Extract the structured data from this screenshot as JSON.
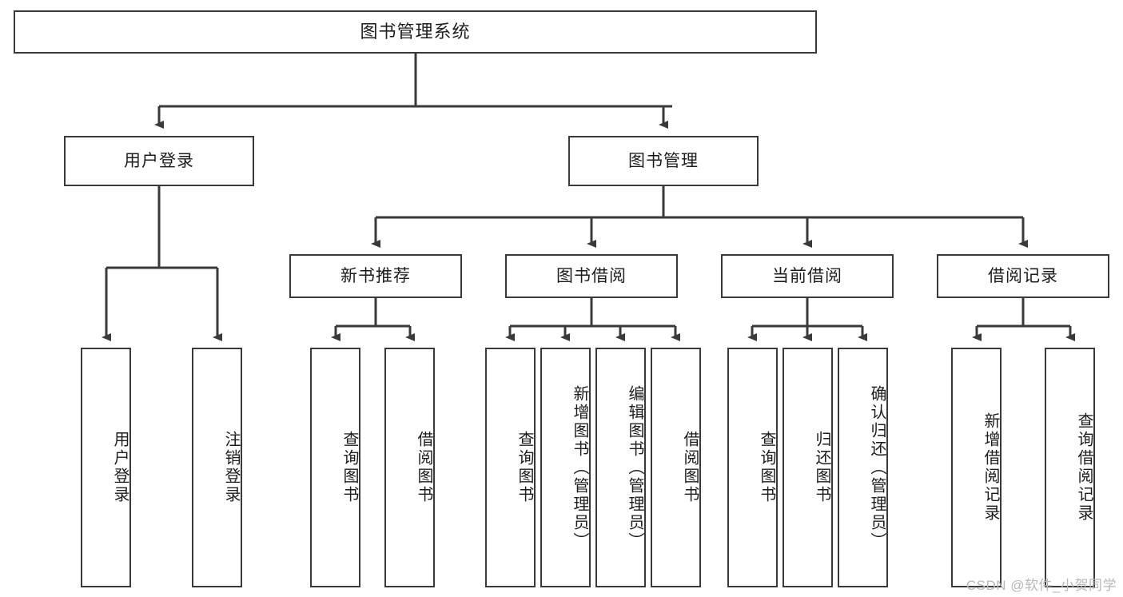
{
  "diagram": {
    "type": "tree-hierarchy",
    "title": "图书管理系统",
    "orientation": "top-down",
    "watermark": "CSDN @软件_小贺同学",
    "colors": {
      "background": "#ffffff",
      "node_border": "#3a3a3a",
      "node_fill": "#ffffff",
      "edge": "#3a3a3a",
      "text": "#1d1d1d",
      "watermark": "#b8b8b8"
    },
    "levels": {
      "root": {
        "label": "图书管理系统"
      },
      "level2": [
        {
          "id": "user-login",
          "label": "用户登录"
        },
        {
          "id": "book-manage",
          "label": "图书管理"
        }
      ],
      "level3": [
        {
          "id": "new-book-recommend",
          "label": "新书推荐",
          "parent": "book-manage"
        },
        {
          "id": "book-borrow",
          "label": "图书借阅",
          "parent": "book-manage"
        },
        {
          "id": "current-borrow",
          "label": "当前借阅",
          "parent": "book-manage"
        },
        {
          "id": "borrow-record",
          "label": "借阅记录",
          "parent": "book-manage"
        }
      ],
      "leaves": [
        {
          "id": "leaf-user-login",
          "label": "用户登录",
          "parent": "user-login"
        },
        {
          "id": "leaf-user-logout",
          "label": "注销登录",
          "parent": "user-login"
        },
        {
          "id": "leaf-rec-query-book",
          "label": "查询图书",
          "parent": "new-book-recommend"
        },
        {
          "id": "leaf-rec-borrow-book",
          "label": "借阅图书",
          "parent": "new-book-recommend"
        },
        {
          "id": "leaf-borrow-query-book",
          "label": "查询图书",
          "parent": "book-borrow"
        },
        {
          "id": "leaf-borrow-add-book",
          "label": "新增图书（管理员）",
          "parent": "book-borrow"
        },
        {
          "id": "leaf-borrow-edit-book",
          "label": "编辑图书（管理员）",
          "parent": "book-borrow"
        },
        {
          "id": "leaf-borrow-lend-book",
          "label": "借阅图书",
          "parent": "book-borrow"
        },
        {
          "id": "leaf-cur-query-book",
          "label": "查询图书",
          "parent": "current-borrow"
        },
        {
          "id": "leaf-cur-return-book",
          "label": "归还图书",
          "parent": "current-borrow"
        },
        {
          "id": "leaf-cur-confirm-return",
          "label": "确认归还（管理员）",
          "parent": "current-borrow"
        },
        {
          "id": "leaf-rec-add-record",
          "label": "新增借阅记录",
          "parent": "borrow-record"
        },
        {
          "id": "leaf-rec-query-record",
          "label": "查询借阅记录",
          "parent": "borrow-record"
        }
      ]
    }
  }
}
